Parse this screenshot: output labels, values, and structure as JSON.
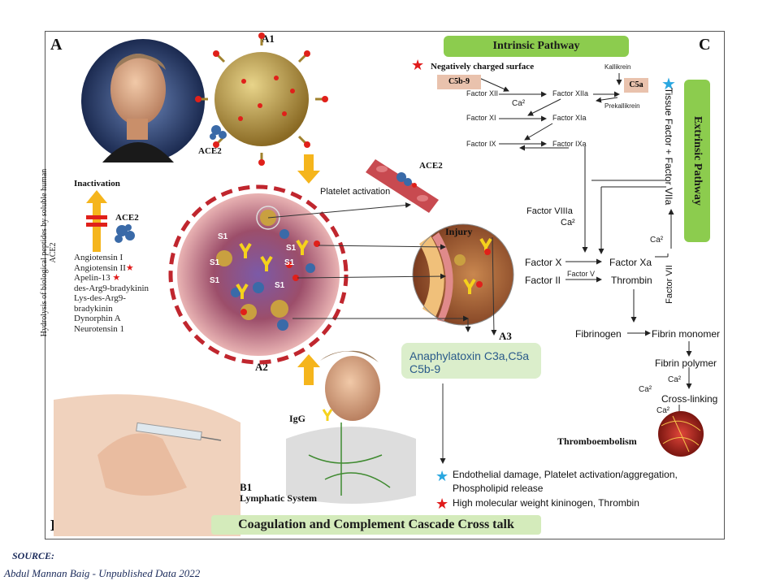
{
  "panels": {
    "A": "A",
    "B": "B",
    "C": "C",
    "A1": "A1",
    "A2": "A2",
    "A3": "A3",
    "B1": "B1"
  },
  "labels": {
    "ace2_top": "ACE2",
    "ace2_left": "ACE2",
    "ace2_vessel": "ACE2",
    "inactivation": "Inactivation",
    "platelet_activation": "Platelet activation",
    "injury": "Injury",
    "igg": "IgG",
    "lymphatic_system": "Lymphatic System",
    "s1": "S1",
    "vertical_text": "Hydrolysis of biological peptides by soluble human ACE2",
    "thromboembolism": "Thromboembolism"
  },
  "peptides": [
    {
      "text": "Angiotensin I",
      "star": false
    },
    {
      "text": "Angiotensin II",
      "star": true
    },
    {
      "text": "Apelin-13",
      "star": true
    },
    {
      "text": "des-Arg9-bradykinin",
      "star": false
    },
    {
      "text": "Lys-des-Arg9-",
      "star": false
    },
    {
      "text": "bradykinin",
      "star": false
    },
    {
      "text": "Dynorphin A",
      "star": false
    },
    {
      "text": "Neurotensin 1",
      "star": false
    }
  ],
  "intrinsic": {
    "title": "Intrinsic Pathway",
    "neg_surface": "Negatively charged surface",
    "c5b9": "C5b-9",
    "c5a": "C5a",
    "kallikrein": "Kallikrein",
    "prekallikrein": "Prekallikrein",
    "f12": "Factor XII",
    "f12a": "Factor XIIa",
    "ca1": "Ca²",
    "f11": "Factor XI",
    "f11a": "Factor XIa",
    "f9": "Factor IX",
    "f9a": "Factor IXa"
  },
  "extrinsic": {
    "title": "Extrinsic Pathway",
    "tissue_factor": "Tissue Factor + Factor VIIa",
    "factor7": "Factor VII",
    "ca": "Ca²"
  },
  "common": {
    "f8a": "Factor VIIIa",
    "ca_f8": "Ca²",
    "fx": "Factor X",
    "fxa": "Factor Xa",
    "fii": "Factor II",
    "fv": "Factor V",
    "thrombin": "Thrombin",
    "fibrinogen": "Fibrinogen",
    "fibrin_monomer": "Fibrin monomer",
    "fibrin_polymer": "Fibrin polymer",
    "ca_a": "Ca²",
    "ca_b": "Ca²",
    "crosslinking": "Cross-linking",
    "ca_c": "Ca²"
  },
  "anaphylatoxin": {
    "line1": "Anaphylatoxin C3a,C5a",
    "line2": "C5b-9"
  },
  "outcomes": {
    "blue": "Endothelial damage, Platelet activation/aggregation,",
    "blue2": "Phospholipid release",
    "red": "High molecular weight kininogen, Thrombin"
  },
  "bottom_title": "Coagulation and Complement Cascade Cross talk",
  "source": {
    "label": "SOURCE:",
    "text": "Abdul Mannan Baig -  Unpublished  Data 2022"
  },
  "colors": {
    "green": "#8ccc4e",
    "peach": "#e9c2ad",
    "red_star": "#e01b1b",
    "blue_star": "#2aa7e0",
    "arrow_yellow": "#f5b51c"
  }
}
